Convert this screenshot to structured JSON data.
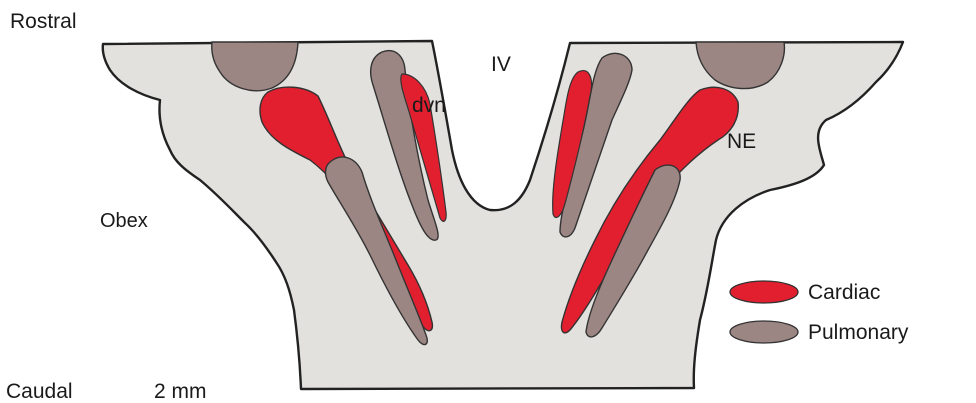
{
  "labels": {
    "rostral": "Rostral",
    "caudal": "Caudal",
    "scale": "2 mm",
    "obex": "Obex",
    "ventricle": "IV",
    "dvn": "dvn",
    "ne": "NE"
  },
  "legend": [
    {
      "label": "Cardiac",
      "color": "#e11f2f"
    },
    {
      "label": "Pulmonary",
      "color": "#9b8683"
    }
  ],
  "colors": {
    "tissue": "#e2e1de",
    "outline": "#222222",
    "cardiac": "#e11f2f",
    "pulmonary": "#9b8683"
  }
}
